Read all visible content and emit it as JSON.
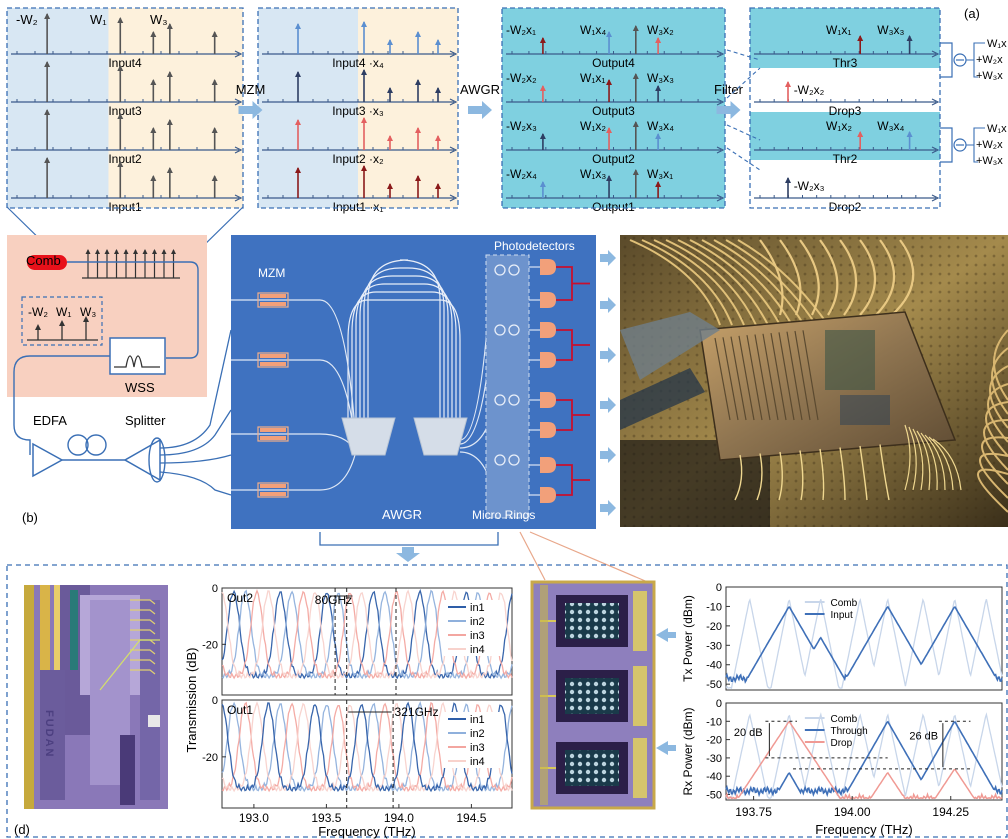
{
  "top": {
    "panel_label": "(a)",
    "arrows": [
      "MZM",
      "AWGR",
      "Filter"
    ],
    "weights": [
      "-W₂",
      "W₁",
      "W₃"
    ],
    "box1_rows": [
      "Input4",
      "Input3",
      "Input2",
      "Input1"
    ],
    "box2_rows": [
      "Input4 ·x₄",
      "Input3 ·x₃",
      "Input2 ·x₂",
      "Input1 ·x₁"
    ],
    "box3_rows": [
      "Output4",
      "Output3",
      "Output2",
      "Output1"
    ],
    "box3_terms": [
      [
        "-W₂x₁",
        "W₁x₄",
        "W₃x₂"
      ],
      [
        "-W₂x₂",
        "W₁x₁",
        "W₃x₃"
      ],
      [
        "-W₂x₃",
        "W₁x₂",
        "W₃x₄"
      ],
      [
        "-W₂x₄",
        "W₁x₃",
        "W₃x₁"
      ]
    ],
    "box4_rows": [
      "Thr3",
      "Drop3",
      "Thr2",
      "Drop2"
    ],
    "box4_terms": [
      [
        "W₁x₁",
        "W₃x₃"
      ],
      [
        "-W₂x₂"
      ],
      [
        "W₁x₂",
        "W₃x₄"
      ],
      [
        "-W₂x₃"
      ]
    ],
    "sums": [
      [
        "W₁x",
        "+W₂x",
        "+W₃x"
      ],
      [
        "W₁x",
        "+W₂x",
        "+W₃x"
      ]
    ]
  },
  "middle": {
    "comb_label": "Comb",
    "wss_label": "WSS",
    "weights": [
      "-W₂",
      "W₁",
      "W₃"
    ],
    "edfa_label": "EDFA",
    "splitter_label": "Splitter",
    "panel_label": "(b)",
    "mzm_label": "MZM",
    "photodetectors_label": "Photodetectors",
    "awgr_label": "AWGR",
    "microrings_label": "Micro Rings"
  },
  "bottom": {
    "panel_label": "(d)",
    "chip_text": "FUDAN",
    "transmission": {
      "ylabel": "Transmission (dB)",
      "xlabel": "Frequency (THz)",
      "xticks": [
        "193.0",
        "193.5",
        "194.0",
        "194.5"
      ],
      "yticks": [
        "0",
        "-20"
      ],
      "top_plot": {
        "label": "Out2",
        "annotation": "80GHz"
      },
      "bottom_plot": {
        "label": "Out1",
        "annotation": "321GHz"
      },
      "legend": [
        "in1",
        "in2",
        "in3",
        "in4"
      ],
      "colors": [
        "#2e5ea8",
        "#8fb0dc",
        "#f3a6a0",
        "#f8d2cc"
      ]
    },
    "tx_plot": {
      "ylabel": "Tx Power (dBm)",
      "yticks": [
        "0",
        "-10",
        "-20",
        "-30",
        "-40",
        "-50"
      ],
      "legend": [
        "Comb",
        "Input"
      ]
    },
    "rx_plot": {
      "ylabel": "Rx Power (dBm)",
      "yticks": [
        "0",
        "-10",
        "-20",
        "-30",
        "-40",
        "-50"
      ],
      "legend": [
        "Comb",
        "Through",
        "Drop"
      ],
      "annotations": [
        "20 dB",
        "26 dB"
      ],
      "xticks": [
        "193.75",
        "194.00",
        "194.25"
      ],
      "xlabel": "Frequency (THz)"
    }
  },
  "colors": {
    "dark_blue": "#3a6fb5",
    "chip_blue": "#3f72c0",
    "light_blue_bg": "#d8e7f3",
    "cream_bg": "#fdf1dc",
    "cyan_bg": "#7fd0e0",
    "salmon_bg": "#f8d0c0",
    "red": "#e8111a",
    "arrow_blue": "#8cb8e0"
  }
}
